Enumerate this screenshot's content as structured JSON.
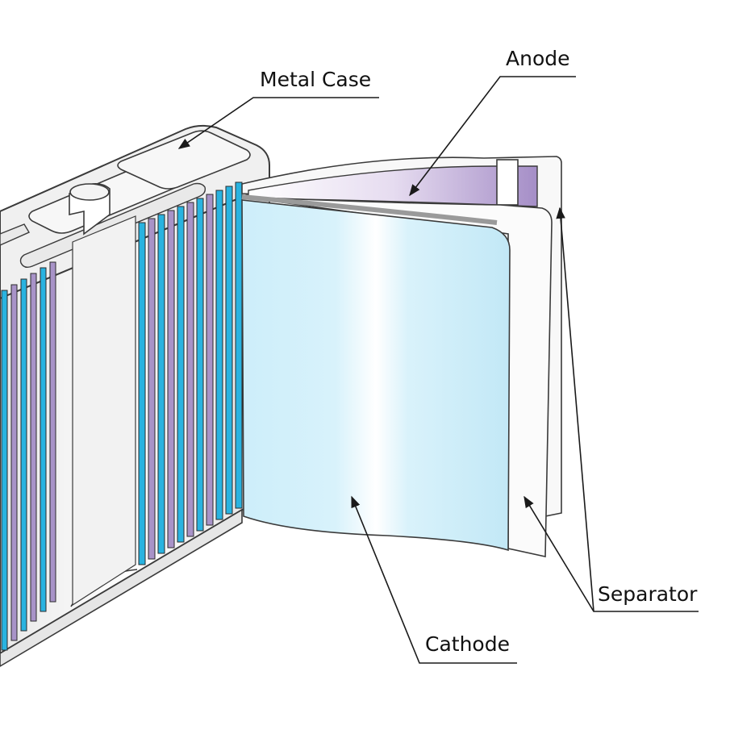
{
  "labels": {
    "metal_case": "Metal Case",
    "anode": "Anode",
    "separator": "Separator",
    "cathode": "Cathode"
  },
  "colors": {
    "case": "#eeeeee",
    "case_outline": "#3a3a3a",
    "cathode_blue": "#c6ebf7",
    "electrode_strip": "#29b3e0",
    "anode_purple": "#a893c8",
    "separator": "#f7f7f7",
    "leader_line": "#1a1a1a"
  }
}
